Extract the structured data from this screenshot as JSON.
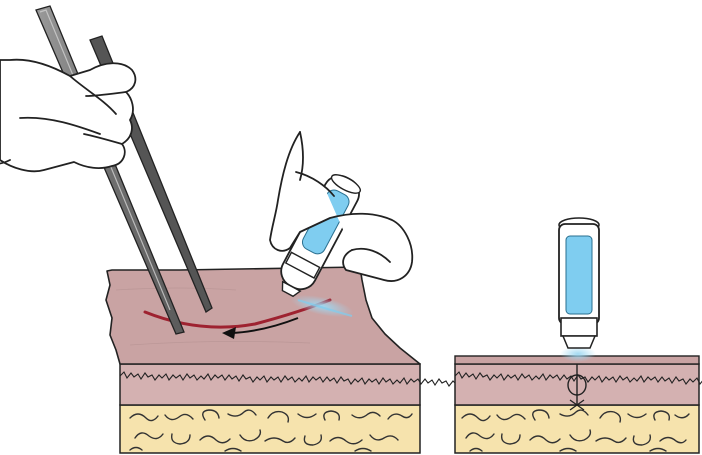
{
  "figure": {
    "panels": [
      {
        "id": "left",
        "content": [
          "gloved-hand-with-forceps",
          "gloved-hand-with-adhesive-applicator",
          "skin-block",
          "wound-line",
          "direction-arrow"
        ]
      },
      {
        "id": "right",
        "content": [
          "adhesive-applicator-vertical",
          "adhesive-spray",
          "skin-block",
          "approximated-wound"
        ]
      }
    ],
    "colors": {
      "background": "#ffffff",
      "outline": "#222222",
      "epidermis_surface": "#c9a3a3",
      "dermis": "#d4b1b1",
      "subcutaneous_fat": "#f6e3ad",
      "fat_squiggle": "#333333",
      "wound": "#9e2230",
      "adhesive_blue": "#7fcdf0",
      "adhesive_spray": "#9ed8f2",
      "forceps": "#777777",
      "forceps_dark": "#555555",
      "glove": "#ffffff"
    }
  }
}
